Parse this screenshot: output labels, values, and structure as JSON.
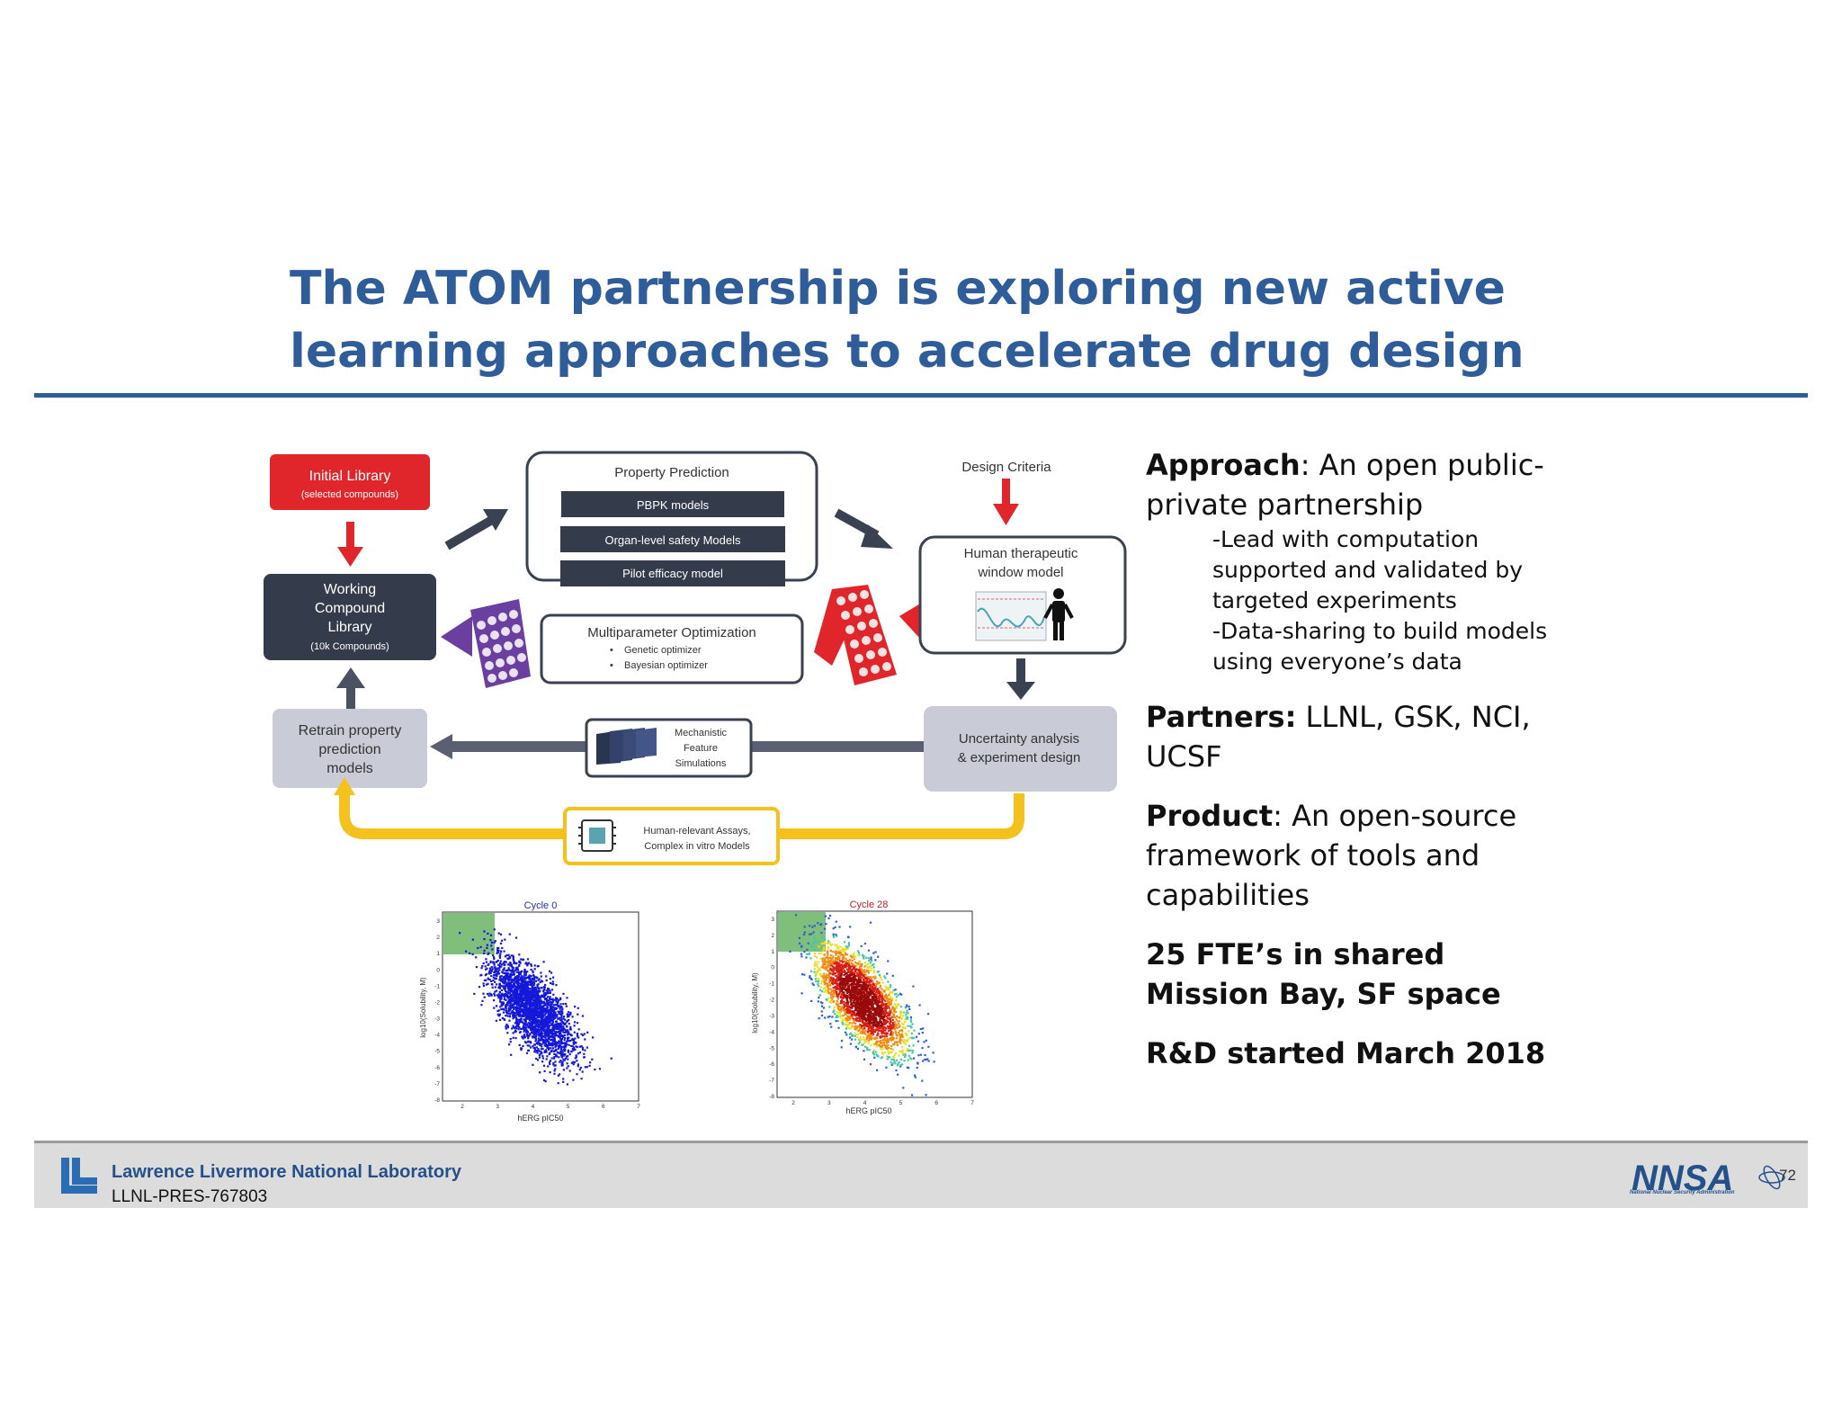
{
  "slide": {
    "title_line1": "The ATOM partnership is exploring new active",
    "title_line2": "learning approaches to accelerate drug design",
    "title_color": "#2f5d99"
  },
  "diagram": {
    "initial_library": "Initial Library",
    "initial_library_sub": "(selected compounds)",
    "working_library": [
      "Working",
      "Compound",
      "Library"
    ],
    "working_library_sub": "(10k Compounds)",
    "property_prediction": "Property Prediction",
    "pbpk": "PBPK models",
    "organ_safety": "Organ-level safety Models",
    "pilot_efficacy": "Pilot efficacy model",
    "mpo_title": "Multiparameter Optimization",
    "mpo_items": [
      "Genetic optimizer",
      "Bayesian optimizer"
    ],
    "design_criteria": "Design Criteria",
    "human_window": [
      "Human therapeutic",
      "window model"
    ],
    "retrain": [
      "Retrain property",
      "prediction",
      "models"
    ],
    "mechanistic": [
      "Mechanistic",
      "Feature",
      "Simulations"
    ],
    "uncertainty": [
      "Uncertainty analysis",
      "& experiment design"
    ],
    "assays": [
      "Human-relevant Assays,",
      "Complex in vitro Models"
    ],
    "colors": {
      "red": "#e0262b",
      "dark": "#3a4252",
      "purple": "#6a3fa0",
      "yellow": "#f5c11c",
      "gray_box": "#c9cbd6"
    }
  },
  "plots": {
    "cycle0_title": "Cycle 0",
    "cycle28_title": "Cycle 28",
    "xlabel": "hERG pIC50",
    "ylabel": "log10(Solubility, M)",
    "left_yticks": [
      "3",
      "2",
      "1",
      "0",
      "-1",
      "-2",
      "-3",
      "-4",
      "-5",
      "-6",
      "-7",
      "-8"
    ],
    "right_yticks": [
      "3",
      "2",
      "1",
      "0",
      "-1",
      "-2",
      "-3",
      "-4",
      "-5",
      "-6",
      "-7",
      "-8"
    ],
    "xticks": [
      "2",
      "3",
      "4",
      "5",
      "6",
      "7"
    ]
  },
  "right": {
    "approach_label": "Approach",
    "approach_text": ":  An open public-private partnership",
    "approach_sub": [
      "-Lead with computation supported and validated by targeted experiments",
      "-Data-sharing to build models using everyone’s data"
    ],
    "partners_label": "Partners:",
    "partners_text": " LLNL, GSK, NCI, UCSF",
    "product_label": "Product",
    "product_text": ": An open-source framework of tools and capabilities",
    "fte": "25 FTE’s in shared Mission Bay, SF space",
    "rd": "R&D started March 2018"
  },
  "footer": {
    "lab_name": "Lawrence Livermore National Laboratory",
    "doc_id": "LLNL-PRES-767803",
    "nnsa_logo": "NNSA",
    "nnsa_sub": "National Nuclear Security Administration",
    "page_number": "72"
  }
}
